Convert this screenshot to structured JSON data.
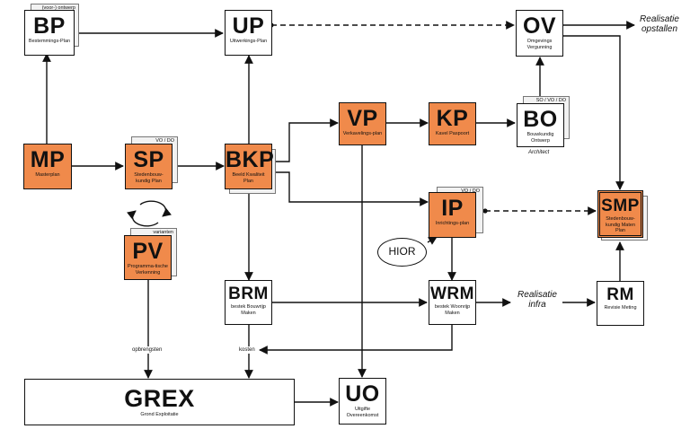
{
  "nodes": {
    "bp": {
      "abbr": "BP",
      "desc": "Bestemmings-Plan",
      "tab": "(voor-) ontwerp"
    },
    "up": {
      "abbr": "UP",
      "desc": "Uitwerkings-Plan"
    },
    "ov": {
      "abbr": "OV",
      "desc": "Omgevings Vergunning"
    },
    "mp": {
      "abbr": "MP",
      "desc": "Masterplan"
    },
    "sp": {
      "abbr": "SP",
      "desc": "Stedenbouw-kundig Plan",
      "tab": "VO / DO"
    },
    "bkp": {
      "abbr": "BKP",
      "desc": "Beeld Kwaliteit Plan"
    },
    "vp": {
      "abbr": "VP",
      "desc": "Verkavelings-plan"
    },
    "kp": {
      "abbr": "KP",
      "desc": "Kavel Paspoort"
    },
    "bo": {
      "abbr": "BO",
      "desc": "Bouwkundig Ontwerp",
      "tab": "SO / VO / DO",
      "note": "Architect"
    },
    "ip": {
      "abbr": "IP",
      "desc": "Inrichtings-plan",
      "tab": "VO / DO"
    },
    "smp": {
      "abbr": "SMP",
      "desc": "Stedenbouw-kundig Maten Plan"
    },
    "pv": {
      "abbr": "PV",
      "desc": "Programma-tische Verkenning",
      "tab": "varianten"
    },
    "brm": {
      "abbr": "BRM",
      "desc": "bestek Bouwrijp Maken"
    },
    "wrm": {
      "abbr": "WRM",
      "desc": "bestek Woonrijp Maken"
    },
    "rm": {
      "abbr": "RM",
      "desc": "Revisie Meting"
    },
    "grex": {
      "abbr": "GREX",
      "desc": "Grond Exploitatie"
    },
    "uo": {
      "abbr": "UO",
      "desc": "Uitgifte Overeenkomst"
    }
  },
  "hior": "HIOR",
  "labels": {
    "realisatie_opstallen": "Realisatie opstallen",
    "realisatie_infra": "Realisatie infra",
    "opbrengsten": "opbrengsten",
    "kosten": "kosten"
  },
  "colors": {
    "orange": "#f08a4b",
    "line": "#111111",
    "tab": "#f2f2f2"
  }
}
